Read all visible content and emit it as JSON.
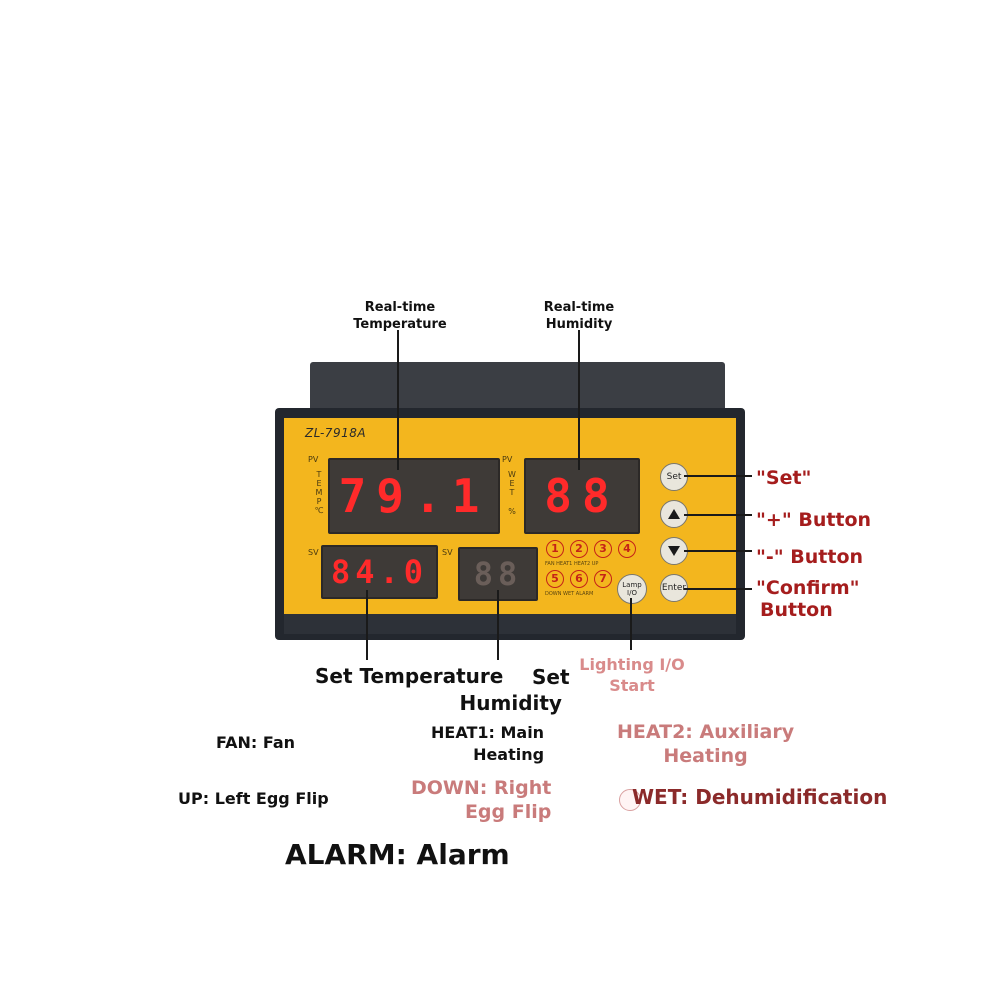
{
  "captions": {
    "realtime_temp": "Real-time Temperature",
    "realtime_humidity": "Real-time Humidity"
  },
  "device": {
    "model": "ZL-7918A",
    "pv_label": "PV",
    "temp_side": [
      "T",
      "E",
      "M",
      "P",
      "℃"
    ],
    "wet_side": [
      "W",
      "E",
      "T",
      "%"
    ],
    "sv_label": "SV",
    "temp_pv": "79.1",
    "hum_pv": "88",
    "temp_sv": "84.0",
    "hum_sv": "88",
    "indicators": [
      "1",
      "2",
      "3",
      "4",
      "5",
      "6",
      "7"
    ],
    "indicator_labels_top": "FAN HEAT1 HEAT2 UP",
    "indicator_labels_bottom": "DOWN WET ALARM",
    "buttons": {
      "set": "Set",
      "enter": "Enter",
      "lamp": "Lamp I/O"
    }
  },
  "annotations": {
    "set": "\"Set\"",
    "plus": "\"+\" Button",
    "minus": "\"-\" Button",
    "confirm_1": "\"Confirm\"",
    "confirm_2": "Button",
    "set_temperature": "Set Temperature",
    "set_humidity_1": "Set",
    "set_humidity_2": "Humidity",
    "lighting_1": "Lighting I/O",
    "lighting_2": "Start"
  },
  "legend": {
    "fan": "FAN: Fan",
    "heat1_1": "HEAT1: Main",
    "heat1_2": "Heating",
    "heat2_1": "HEAT2: Auxiliary",
    "heat2_2": "Heating",
    "up": "UP: Left Egg Flip",
    "down_1": "DOWN: Right",
    "down_2": "Egg Flip",
    "wet": "WET: Dehumidification",
    "alarm": "ALARM: Alarm"
  },
  "colors": {
    "faceplate": "#f3b61e",
    "led": "#ff2a2a",
    "annotation_red": "#a51d1d"
  }
}
